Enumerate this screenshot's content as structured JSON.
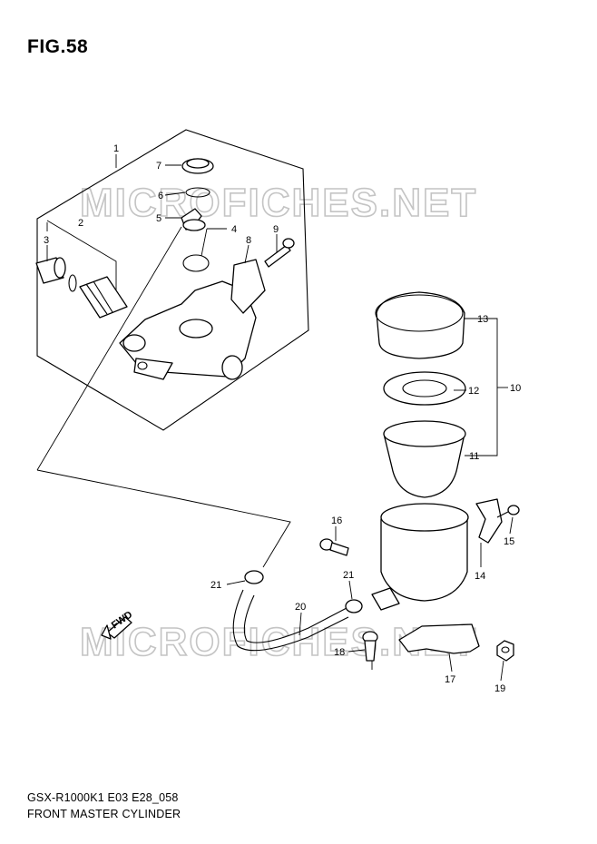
{
  "figure": {
    "title": "FIG.58"
  },
  "footer": {
    "model_code": "GSX-R1000K1 E03 E28_058",
    "assembly_name": "FRONT MASTER CYLINDER"
  },
  "watermarks": [
    "MICROFICHES.NET",
    "MICROFICHES.NET"
  ],
  "direction_badge": "FWD",
  "callouts": [
    "1",
    "2",
    "3",
    "4",
    "5",
    "6",
    "7",
    "8",
    "9",
    "10",
    "11",
    "12",
    "13",
    "14",
    "15",
    "16",
    "17",
    "18",
    "19",
    "20",
    "21",
    "21"
  ]
}
